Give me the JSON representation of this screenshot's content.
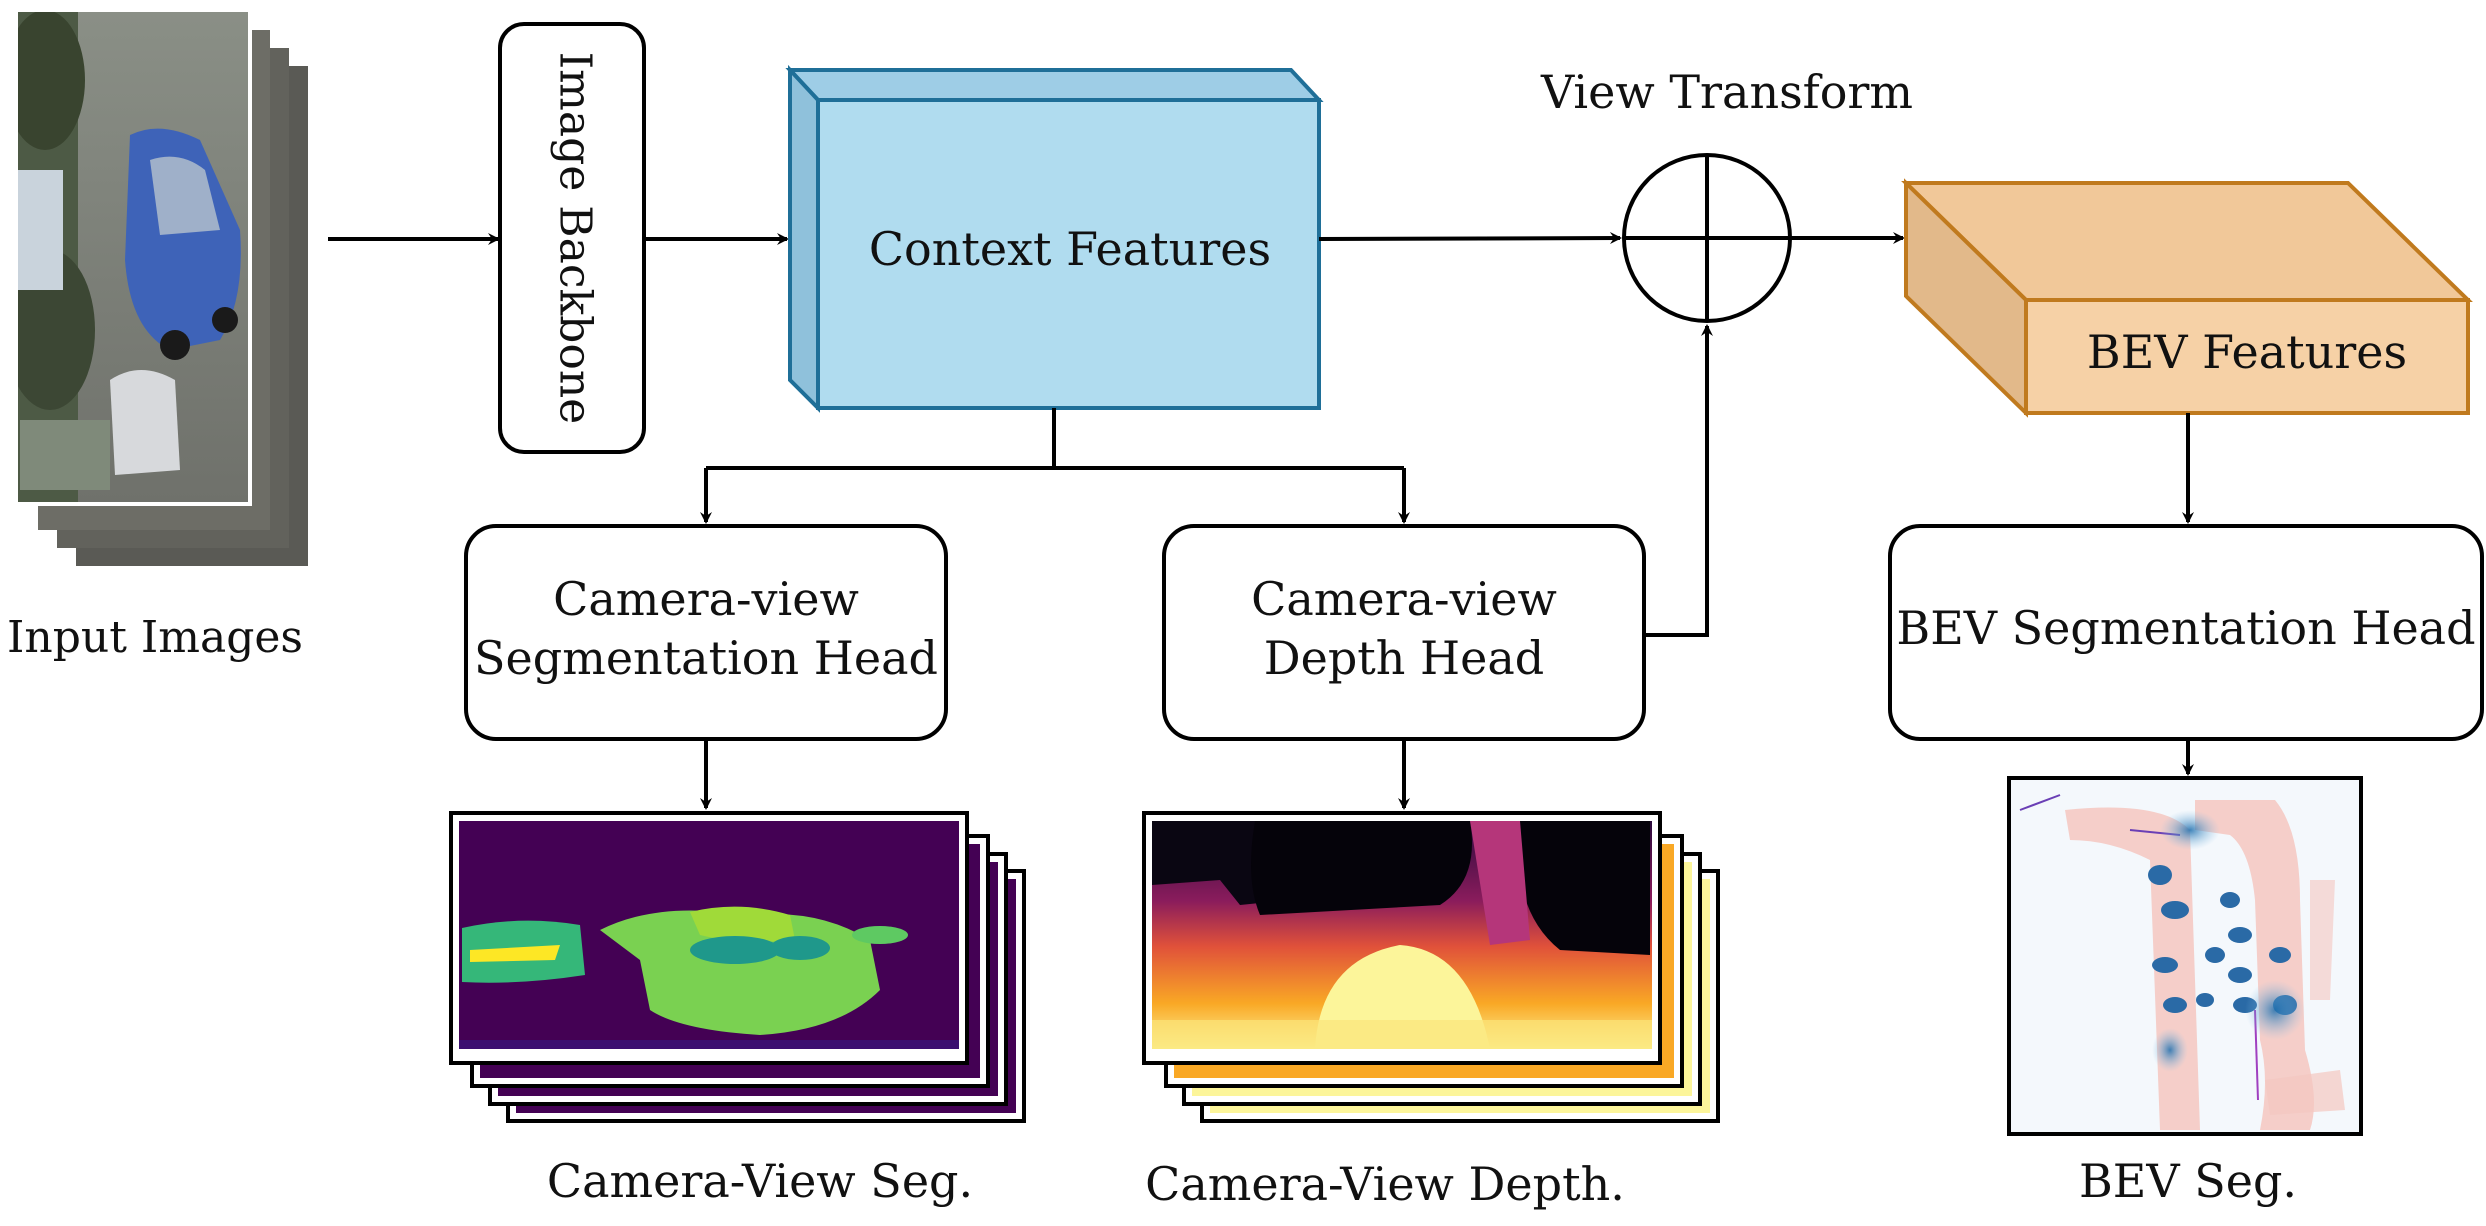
{
  "input": {
    "label": "Input Images"
  },
  "backbone": {
    "label": "Image Backbone"
  },
  "context": {
    "label": "Context Features"
  },
  "view_transform": {
    "label": "View Transform"
  },
  "bev_features": {
    "label": "BEV Features"
  },
  "seg_head": {
    "line1": "Camera-view",
    "line2": "Segmentation Head"
  },
  "depth_head": {
    "line1": "Camera-view",
    "line2": "Depth Head"
  },
  "bev_head": {
    "label": "BEV Segmentation Head"
  },
  "outputs": {
    "seg": "Camera-View Seg.",
    "depth": "Camera-View Depth.",
    "bev": "BEV Seg."
  },
  "colors": {
    "context_fill": "#b0dcef",
    "context_stroke": "#1f6f98",
    "bev_fill": "#f6d1a6",
    "bev_stroke": "#c07a1e",
    "seg_bg": "#440154",
    "seg_fg": "#7ad151",
    "depth_dark": "#0a0612"
  }
}
